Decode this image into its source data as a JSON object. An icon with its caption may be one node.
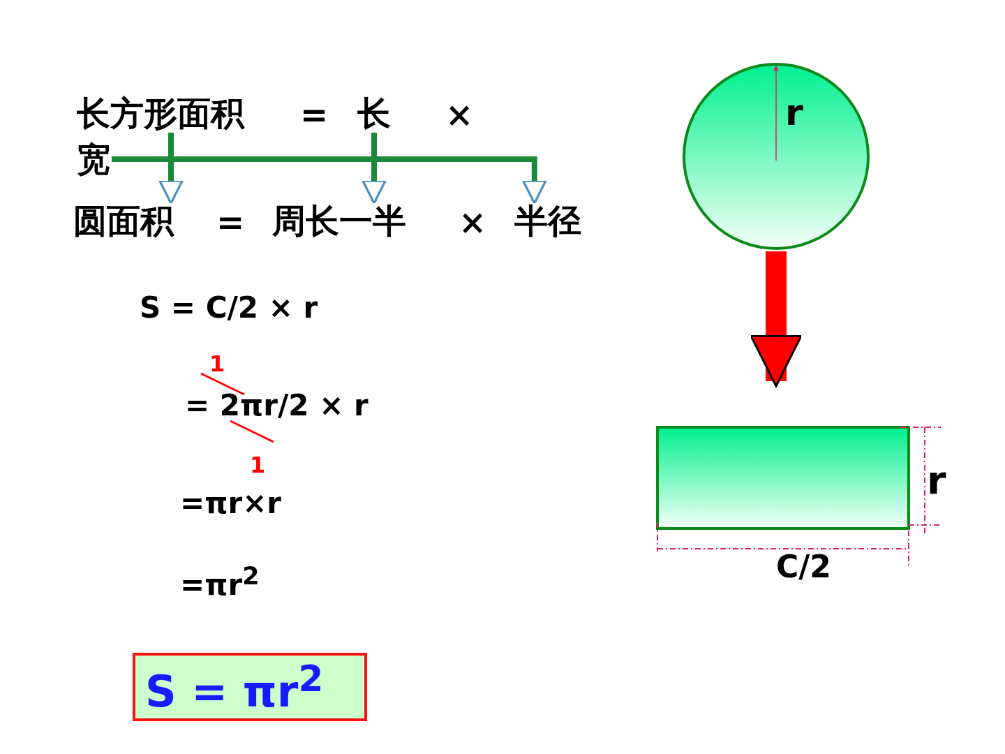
{
  "diagram": {
    "nodes": [
      {
        "text": [
          "长方形面积"
        ]
      },
      {
        "text": [
          "长"
        ]
      },
      {
        "text": [
          "宽"
        ]
      },
      {
        "text": [
          "圆面积"
        ]
      },
      {
        "text": [
          "周长一半"
        ]
      },
      {
        "text": [
          "半径"
        ]
      },
      {
        "text": [
          "r"
        ]
      },
      {
        "text": [],
        "shape": "box",
        "beside": [
          "r",
          "C/2"
        ]
      },
      {
        "text": [
          "S = πr$^{2}$"
        ]
      }
    ],
    "edges": [
      {
        "from": 0,
        "to": 3,
        "arrow": "to"
      },
      {
        "from": 1,
        "to": 4,
        "arrow": "to"
      },
      {
        "from": 2,
        "to": 5,
        "arrow": "to"
      },
      {
        "from": 6,
        "to": 7,
        "arrow": "to",
        "style": "thick",
        "color": "#ff0000"
      }
    ],
    "labels": [
      "=",
      "×",
      "=",
      "×",
      "S = C/2 × r",
      "1",
      "= 2πr/2 × r",
      "1",
      "=πr×r",
      "=πr$^{2}$"
    ]
  }
}
